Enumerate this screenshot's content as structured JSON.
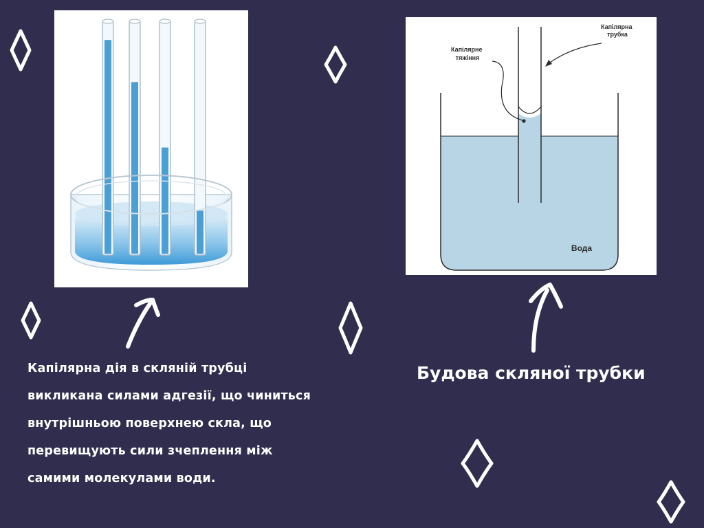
{
  "colors": {
    "background": "#302d4f",
    "text": "#ffffff",
    "water": "#b8d5e6",
    "tube_water": "#4a9fd4"
  },
  "left_diagram": {
    "tube_fill_levels": [
      0.92,
      0.74,
      0.46,
      0.19
    ]
  },
  "right_diagram": {
    "label_tube": "Капілярна трубка",
    "label_tube_lines": [
      "Капілярна",
      "трубка"
    ],
    "label_attraction_lines": [
      "Капілярне",
      "тяжіння"
    ],
    "label_water": "Вода"
  },
  "caption": {
    "lines": [
      "Капілярна дія в скляній трубці",
      "викликана силами адгезії, що чиниться",
      "внутрішньою поверхнею скла, що",
      "перевищують сили зчеплення між",
      "самими молекулами води."
    ]
  },
  "title": "Будова скляної трубки",
  "decorations": [
    "sparkle-icon",
    "arrow-icon"
  ]
}
